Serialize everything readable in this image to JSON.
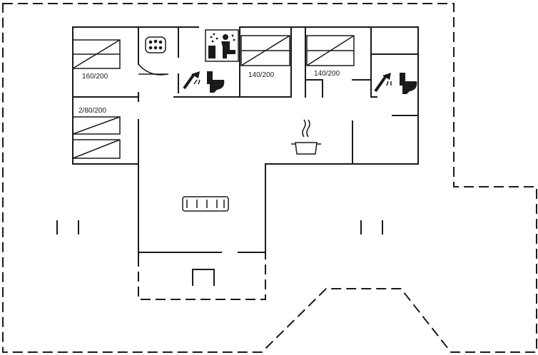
{
  "floorplan": {
    "beds": {
      "bedroom_1": "160/200",
      "bedroom_2": "140/200",
      "bedroom_3": "140/200",
      "bedroom_4": "2/80/200"
    },
    "icons": [
      "bed-icon",
      "whirlpool-icon",
      "sauna-icon",
      "shower-icon",
      "toilet-icon",
      "stove-pot-icon",
      "sofa-icon",
      "fireplace-icon"
    ]
  }
}
